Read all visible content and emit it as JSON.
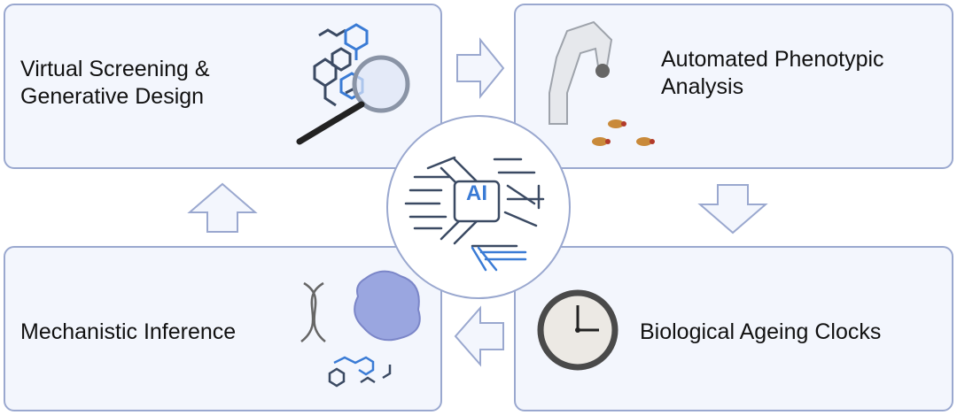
{
  "steps": [
    {
      "label_line1": "Virtual Screening &",
      "label_line2": "Generative Design"
    },
    {
      "label_line1": "Automated Phenotypic",
      "label_line2": "Analysis"
    },
    {
      "label": "Biological Ageing Clocks"
    },
    {
      "label": "Mechanistic Inference"
    }
  ],
  "hub": {
    "label": "AI"
  },
  "colors": {
    "box_bg": "#f3f6fd",
    "border": "#9aa8cf",
    "accent": "#3a7bd5",
    "dark": "#3b4a63"
  }
}
